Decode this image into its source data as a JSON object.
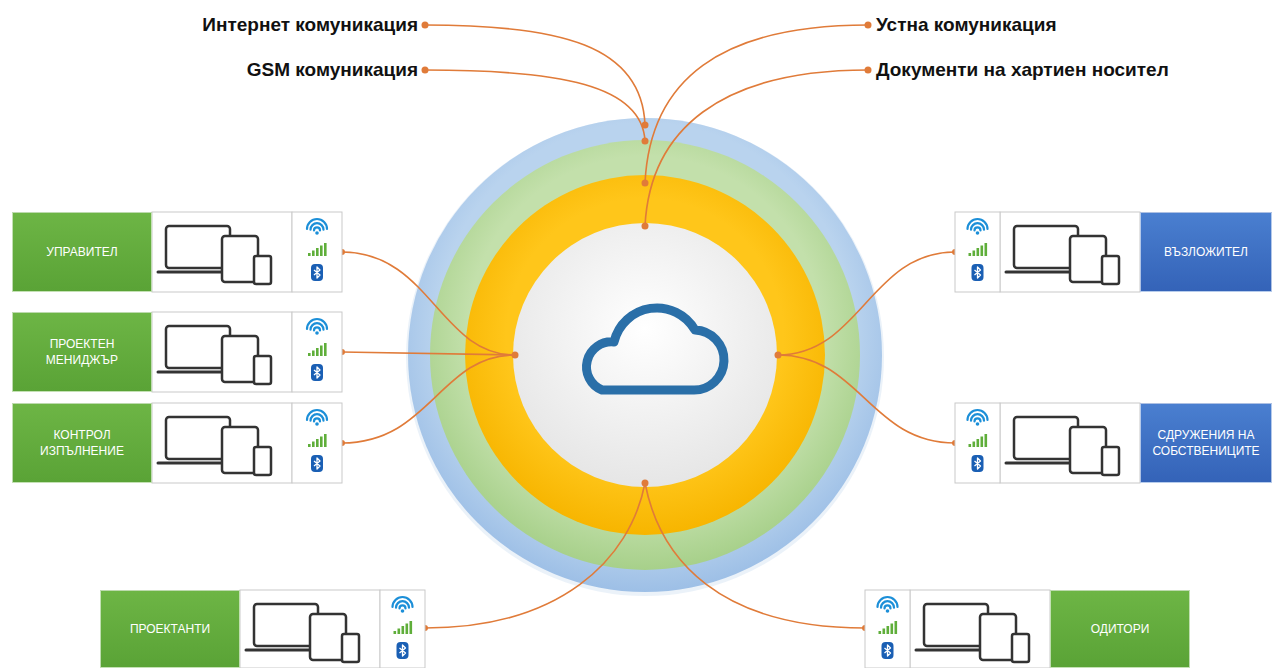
{
  "diagram": {
    "nodes": [
      {
        "text": [
          "УПРАВИТЕЛ"
        ]
      },
      {
        "text": [
          "ВЪЗЛОЖИТЕЛ"
        ]
      },
      {
        "text": [
          "ПРОЕКТЕН МЕНИДЖЪР"
        ]
      },
      {
        "text": [
          "КОНТРОЛ ИЗПЪЛНЕНИЕ"
        ]
      },
      {
        "text": [
          "СДРУЖЕНИЯ НА СОБСТВЕНИЦИТЕ"
        ]
      },
      {
        "text": [
          "ПРОЕКТАНТИ"
        ]
      },
      {
        "text": [
          "ОДИТОРИ"
        ]
      }
    ],
    "labels": [
      "Интернет комуникация",
      "GSM комуникация",
      "Устна комуникация",
      "Документи на хартиен носител"
    ]
  }
}
